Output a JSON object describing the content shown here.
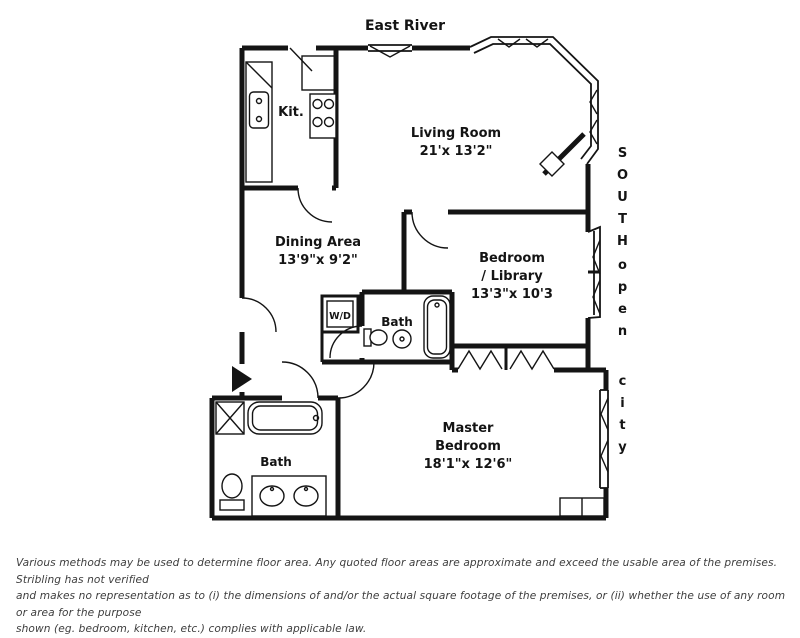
{
  "orientation": {
    "top_label": "East River",
    "side_word_1": "SOUTH",
    "side_word_2": "open",
    "side_word_3": "city"
  },
  "rooms": {
    "kitchen": {
      "name": "Kit."
    },
    "living_room": {
      "name": "Living Room",
      "dims": "21'x 13'2\""
    },
    "dining_area": {
      "name": "Dining Area",
      "dims": "13'9\"x 9'2\""
    },
    "bedroom_library": {
      "name_line1": "Bedroom",
      "name_line2": "/ Library",
      "dims": "13'3\"x 10'3"
    },
    "washer_dryer": {
      "name": "W/D"
    },
    "bath": {
      "name": "Bath"
    },
    "master_bedroom": {
      "name_line1": "Master",
      "name_line2": "Bedroom",
      "dims": "18'1\"x 12'6\""
    },
    "master_bath": {
      "name": "Bath"
    }
  },
  "disclaimer": {
    "line1": "Various methods may be used to determine floor area. Any quoted floor areas are approximate and exceed the usable area of the premises. Stribling has not verified",
    "line2": "and makes no representation as to (i) the dimensions of and/or the actual square footage of the premises, or (ii) whether the use of any room or area for the purpose",
    "line3": "shown (eg. bedroom, kitchen, etc.) complies with applicable law."
  },
  "colors": {
    "ink": "#141414",
    "background": "#ffffff",
    "disclaimer_text": "#3d3d3d"
  }
}
